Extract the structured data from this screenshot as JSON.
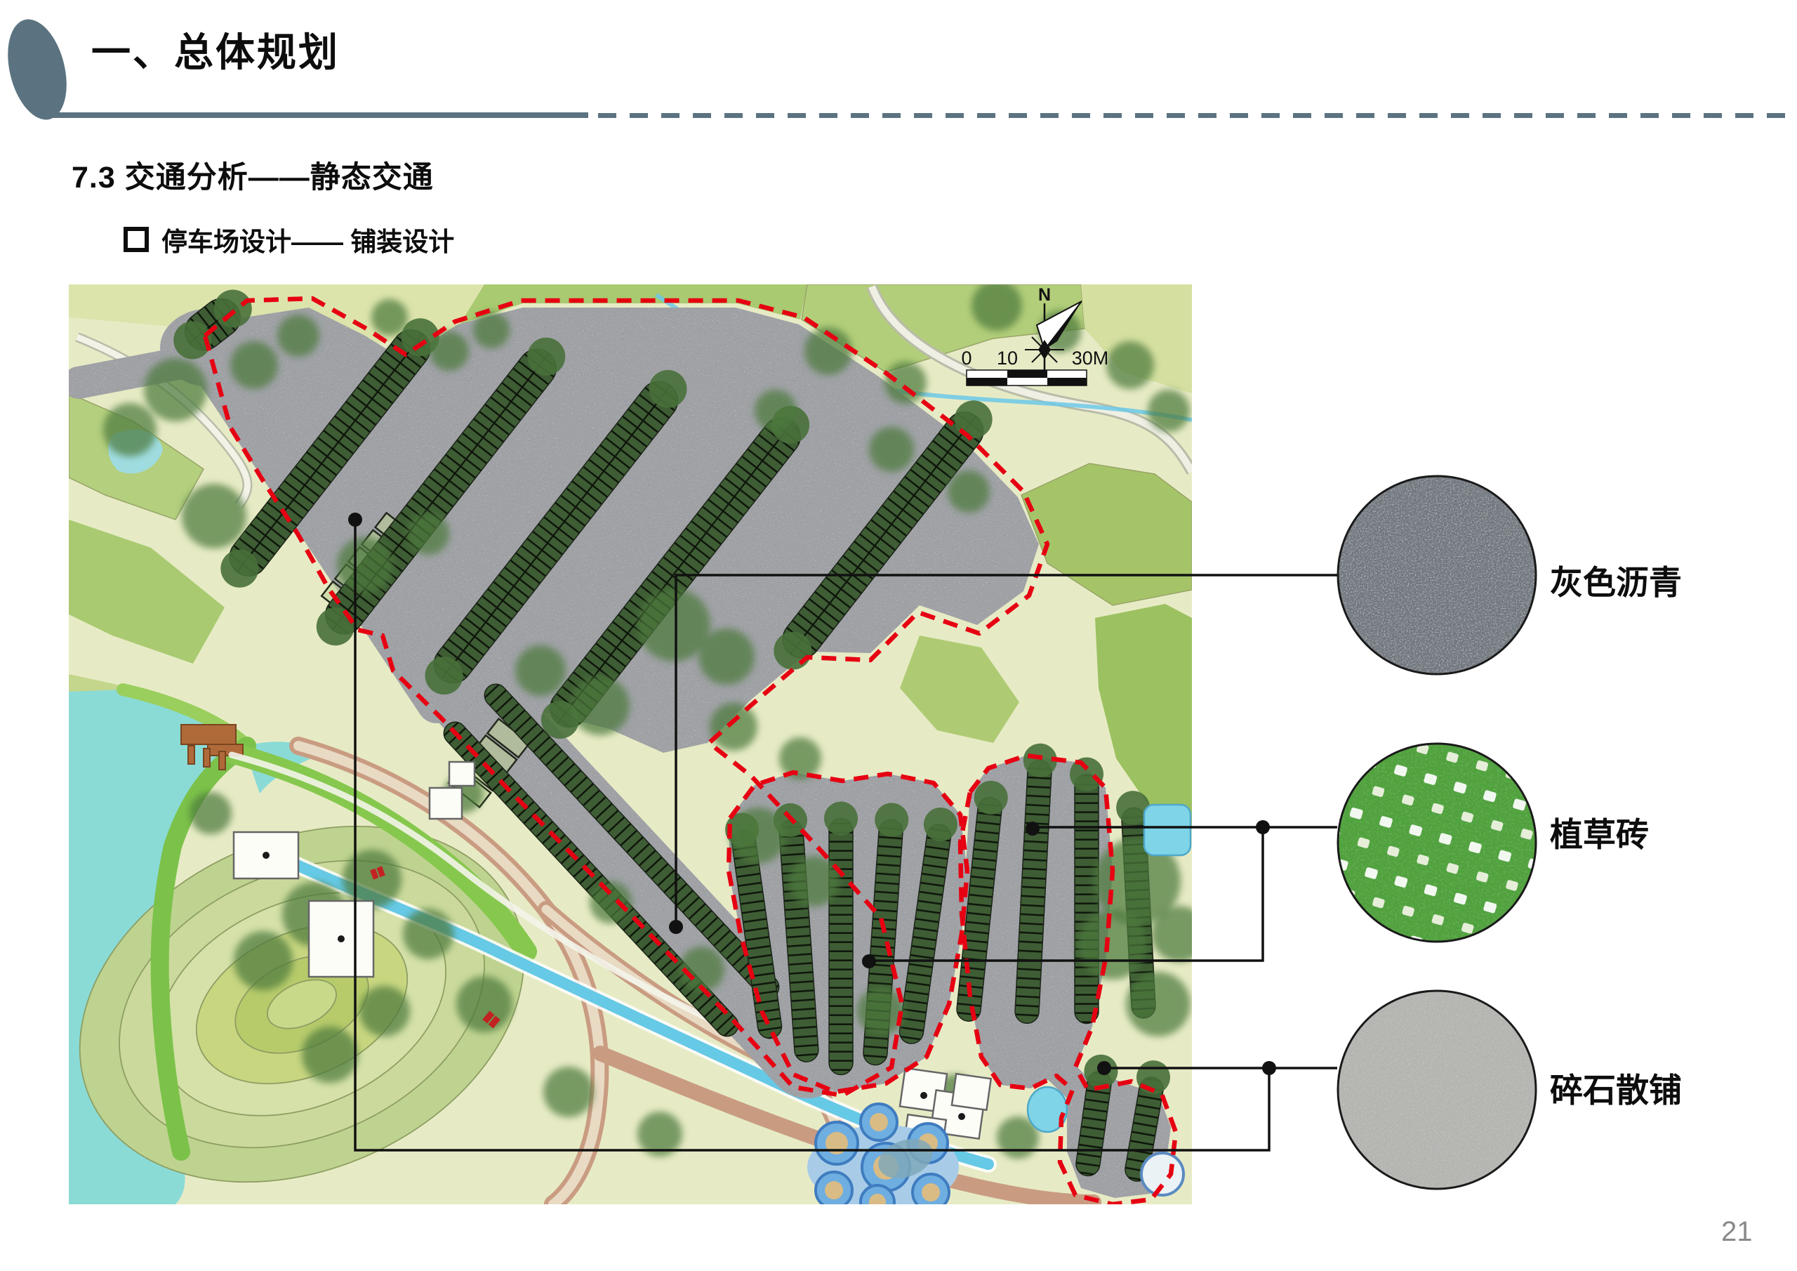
{
  "header": {
    "title": "一、总体规划"
  },
  "subtitle": "7.3 交通分析——静态交通",
  "bullet": {
    "label": "停车场设计—— 铺装设计"
  },
  "map": {
    "compass_label": "N",
    "scale_labels": [
      "0",
      "10",
      "30M"
    ],
    "parking_rows": [
      [
        470,
        645,
        430,
        -52,
        "d"
      ],
      [
        628,
        700,
        500,
        -52,
        "d"
      ],
      [
        792,
        758,
        530,
        -52,
        "d"
      ],
      [
        962,
        815,
        545,
        -52,
        "d"
      ],
      [
        1258,
        762,
        430,
        -52,
        "d"
      ],
      [
        900,
        1198,
        600,
        47,
        "a"
      ],
      [
        842,
        1252,
        600,
        47,
        "a"
      ],
      [
        1078,
        1330,
        300,
        82,
        "s"
      ],
      [
        1138,
        1340,
        345,
        86,
        "s"
      ],
      [
        1198,
        1348,
        365,
        90,
        "s"
      ],
      [
        1258,
        1342,
        350,
        94,
        "s"
      ],
      [
        1318,
        1330,
        315,
        98,
        "s"
      ],
      [
        1395,
        1295,
        320,
        96,
        "s"
      ],
      [
        1472,
        1270,
        375,
        93,
        "s"
      ],
      [
        1548,
        1280,
        355,
        90,
        "s"
      ],
      [
        1622,
        1300,
        300,
        87,
        "s"
      ],
      [
        1558,
        1600,
        150,
        98,
        "s"
      ],
      [
        1630,
        1608,
        150,
        100,
        "s"
      ],
      [
        303,
        462,
        85,
        -38,
        "d"
      ]
    ],
    "trees": [
      [
        250,
        555,
        45
      ],
      [
        185,
        612,
        38
      ],
      [
        362,
        520,
        34
      ],
      [
        425,
        478,
        30
      ],
      [
        555,
        452,
        26
      ],
      [
        640,
        500,
        28
      ],
      [
        700,
        470,
        26
      ],
      [
        305,
        735,
        46
      ],
      [
        520,
        805,
        40
      ],
      [
        610,
        760,
        30
      ],
      [
        960,
        890,
        52
      ],
      [
        1035,
        935,
        40
      ],
      [
        855,
        1005,
        42
      ],
      [
        770,
        955,
        36
      ],
      [
        1105,
        585,
        30
      ],
      [
        1270,
        640,
        32
      ],
      [
        1380,
        700,
        30
      ],
      [
        1180,
        500,
        34
      ],
      [
        1290,
        545,
        30
      ],
      [
        1420,
        435,
        36
      ],
      [
        1510,
        472,
        30
      ],
      [
        1610,
        520,
        34
      ],
      [
        1665,
        585,
        30
      ],
      [
        1620,
        1255,
        62
      ],
      [
        1585,
        1345,
        50
      ],
      [
        1650,
        1430,
        46
      ],
      [
        1680,
        1330,
        40
      ],
      [
        530,
        1252,
        42
      ],
      [
        448,
        1302,
        46
      ],
      [
        375,
        1368,
        42
      ],
      [
        610,
        1330,
        36
      ],
      [
        690,
        1430,
        40
      ],
      [
        548,
        1440,
        36
      ],
      [
        470,
        1502,
        40
      ],
      [
        810,
        1555,
        36
      ],
      [
        940,
        1615,
        32
      ],
      [
        300,
        1158,
        30
      ],
      [
        660,
        1130,
        28
      ],
      [
        1080,
        1190,
        40
      ],
      [
        1160,
        1255,
        36
      ],
      [
        870,
        1285,
        30
      ],
      [
        1000,
        1380,
        32
      ],
      [
        1255,
        1440,
        34
      ],
      [
        1360,
        1560,
        30
      ],
      [
        1450,
        1620,
        30
      ],
      [
        1045,
        1035,
        34
      ],
      [
        1140,
        1080,
        30
      ]
    ]
  },
  "materials": [
    {
      "label": "灰色沥青"
    },
    {
      "label": "植草砖"
    },
    {
      "label": "碎石散铺"
    }
  ],
  "page_number": "21"
}
